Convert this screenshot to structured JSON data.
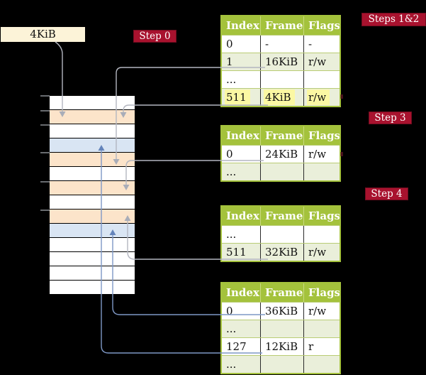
{
  "labels": {
    "frame_box": "4KiB"
  },
  "badges": {
    "step0": "Step 0",
    "steps12": "Steps 1&2",
    "step3": "Step 3",
    "step4": "Step 4"
  },
  "memory": {
    "frames": [
      "free",
      "table",
      "free",
      "page",
      "table",
      "free",
      "table",
      "free",
      "table",
      "page",
      "free",
      "free",
      "free",
      "free"
    ]
  },
  "palette": {
    "free": "#ffffff",
    "table": "#fce4ca",
    "page": "#d9e5f3",
    "header_green": "#a4c23c",
    "row_green": "#eaefda",
    "highlight_yellow": "#fbf8a3",
    "badge_red": "#a8122e",
    "box_cream": "#fcf3d8",
    "arrow_gray": "#b3b6c0",
    "arrow_blue": "#7e98c6",
    "arrowhead_gray": "#a9adb8",
    "arrowhead_blue": "#6484ba",
    "tick_gray": "#8c9096"
  },
  "tables": [
    {
      "id": "t1",
      "headers": [
        "Index",
        "Frame",
        "Flags"
      ],
      "rows": [
        {
          "cells": [
            "0",
            "-",
            "-"
          ],
          "shaded": false,
          "highlighted": false
        },
        {
          "cells": [
            "1",
            "16KiB",
            "r/w"
          ],
          "shaded": true,
          "highlighted": false
        },
        {
          "cells": [
            "...",
            "",
            ""
          ],
          "shaded": false,
          "highlighted": false
        },
        {
          "cells": [
            "511",
            "4KiB",
            "r/w"
          ],
          "shaded": true,
          "highlighted": true
        }
      ]
    },
    {
      "id": "t2",
      "headers": [
        "Index",
        "Frame",
        "Flags"
      ],
      "rows": [
        {
          "cells": [
            "0",
            "24KiB",
            "r/w"
          ],
          "shaded": false,
          "highlighted": false
        },
        {
          "cells": [
            "...",
            "",
            ""
          ],
          "shaded": true,
          "highlighted": false
        }
      ]
    },
    {
      "id": "t3",
      "headers": [
        "Index",
        "Frame",
        "Flags"
      ],
      "rows": [
        {
          "cells": [
            "...",
            "",
            ""
          ],
          "shaded": false,
          "highlighted": false
        },
        {
          "cells": [
            "511",
            "32KiB",
            "r/w"
          ],
          "shaded": true,
          "highlighted": false
        }
      ]
    },
    {
      "id": "t4",
      "headers": [
        "Index",
        "Frame",
        "Flags"
      ],
      "rows": [
        {
          "cells": [
            "0",
            "36KiB",
            "r/w"
          ],
          "shaded": false,
          "highlighted": false
        },
        {
          "cells": [
            "...",
            "",
            ""
          ],
          "shaded": true,
          "highlighted": false
        },
        {
          "cells": [
            "127",
            "12KiB",
            "r"
          ],
          "shaded": false,
          "highlighted": false
        },
        {
          "cells": [
            "...",
            "",
            ""
          ],
          "shaded": true,
          "highlighted": false
        }
      ]
    }
  ],
  "arrows": [
    {
      "id": "a1",
      "from": "frame-size-box",
      "to": "memory-frame-2",
      "color": "gray"
    },
    {
      "id": "a2",
      "from": "t1-row-1",
      "to": "memory-frame-5",
      "color": "gray"
    },
    {
      "id": "a3",
      "from": "t1-row-511",
      "to": "memory-frame-2",
      "color": "gray"
    },
    {
      "id": "a4",
      "from": "t2-row-0",
      "to": "memory-frame-7",
      "color": "gray"
    },
    {
      "id": "a5",
      "from": "t3-row-511",
      "to": "memory-frame-9",
      "color": "gray"
    },
    {
      "id": "a6",
      "from": "t4-row-0",
      "to": "memory-frame-10",
      "color": "blue"
    },
    {
      "id": "a7",
      "from": "t4-row-127",
      "to": "memory-frame-4",
      "color": "blue"
    }
  ]
}
